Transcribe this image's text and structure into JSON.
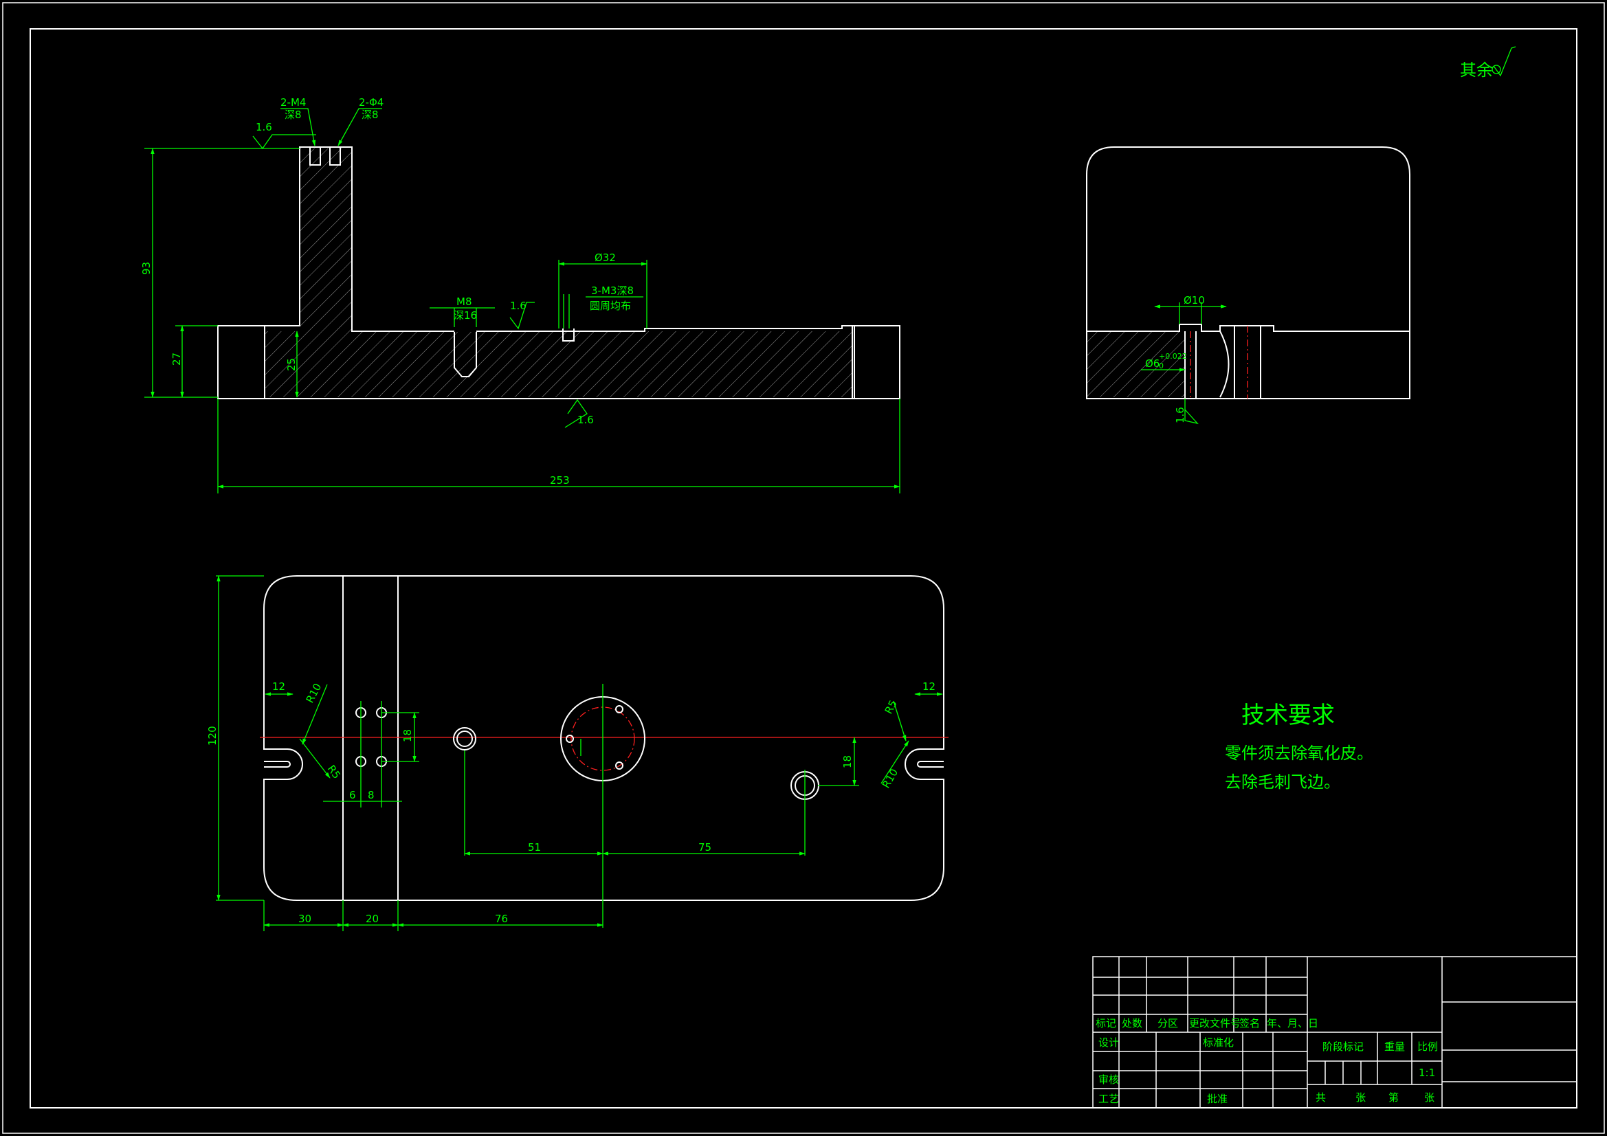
{
  "colors": {
    "background": "#000000",
    "outline": "#ffffff",
    "dimension": "#00ff00",
    "center_line": "#ff2020"
  },
  "surface_symbol_note": "其余",
  "front_view": {
    "thread_note_1": {
      "qty": "2-M4",
      "depth": "深8"
    },
    "thread_note_2": {
      "qty": "2-Φ4",
      "depth": "深8"
    },
    "roughness_top": "1.6",
    "roughness_mid": "1.6",
    "roughness_bottom": "1.6",
    "dim_height_total": "93",
    "dim_height_base": "27",
    "dim_height_inner": "25",
    "dim_width_total": "253",
    "hole_note": {
      "size": "M8",
      "depth": "深16"
    },
    "dim_bore": "Ø32",
    "bolt_note": {
      "qty": "3-M3深8",
      "pattern": "圆周均布"
    }
  },
  "side_view": {
    "dim_hole": "Ø10",
    "dim_pin": "Ø6",
    "tolerance": "+0.022",
    "tolerance_low": "0",
    "roughness": "1.6"
  },
  "top_view": {
    "dim_height": "120",
    "dim_slot_left": "12",
    "dim_slot_right": "12",
    "dim_radius_left": "R10",
    "dim_radius_right": "R10",
    "dim_r15_left": "R5",
    "dim_r15_right": "R5",
    "dim_hole_pitch_y": "18",
    "dim_hole_offset": "6",
    "dim_hole_pitch_x": "8",
    "dim_right_hole_y": "18",
    "dim_51": "51",
    "dim_75": "75",
    "dim_30": "30",
    "dim_20": "20",
    "dim_76": "76"
  },
  "technical_requirements": {
    "title": "技术要求",
    "line1": "零件须去除氧化皮。",
    "line2": "去除毛刺飞边。"
  },
  "title_block": {
    "marker": "标记",
    "count": "处数",
    "zone": "分区",
    "change_doc": "更改文件号",
    "signature": "签名",
    "date": "年、月、日",
    "design": "设计",
    "standardization": "标准化",
    "stage_mark": "阶段标记",
    "weight": "重量",
    "scale": "比例",
    "scale_value": "1:1",
    "review": "审核",
    "process": "工艺",
    "approve": "批准",
    "total": "共",
    "sheets": "张",
    "no": "第",
    "sheets2": "张"
  }
}
